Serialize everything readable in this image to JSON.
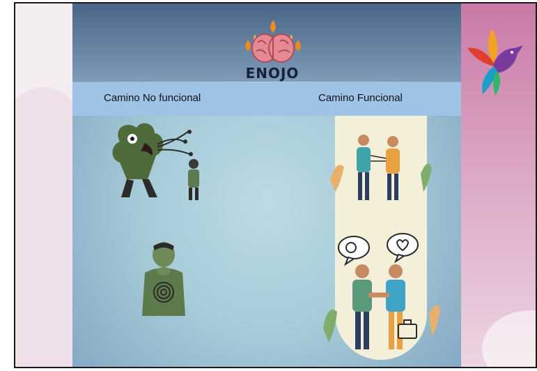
{
  "slide": {
    "title": "ENOJO",
    "left_column_label": "Camino No funcional",
    "right_column_label": "Camino Funcional"
  },
  "icons": {
    "logo": "dove-bird-icon",
    "header": "brain-flames-icon"
  },
  "colors": {
    "band": "#9fc3e6",
    "header_blue": "#4a6688",
    "panel_pink": "#c97aa6",
    "pill": "#f4efd8"
  }
}
